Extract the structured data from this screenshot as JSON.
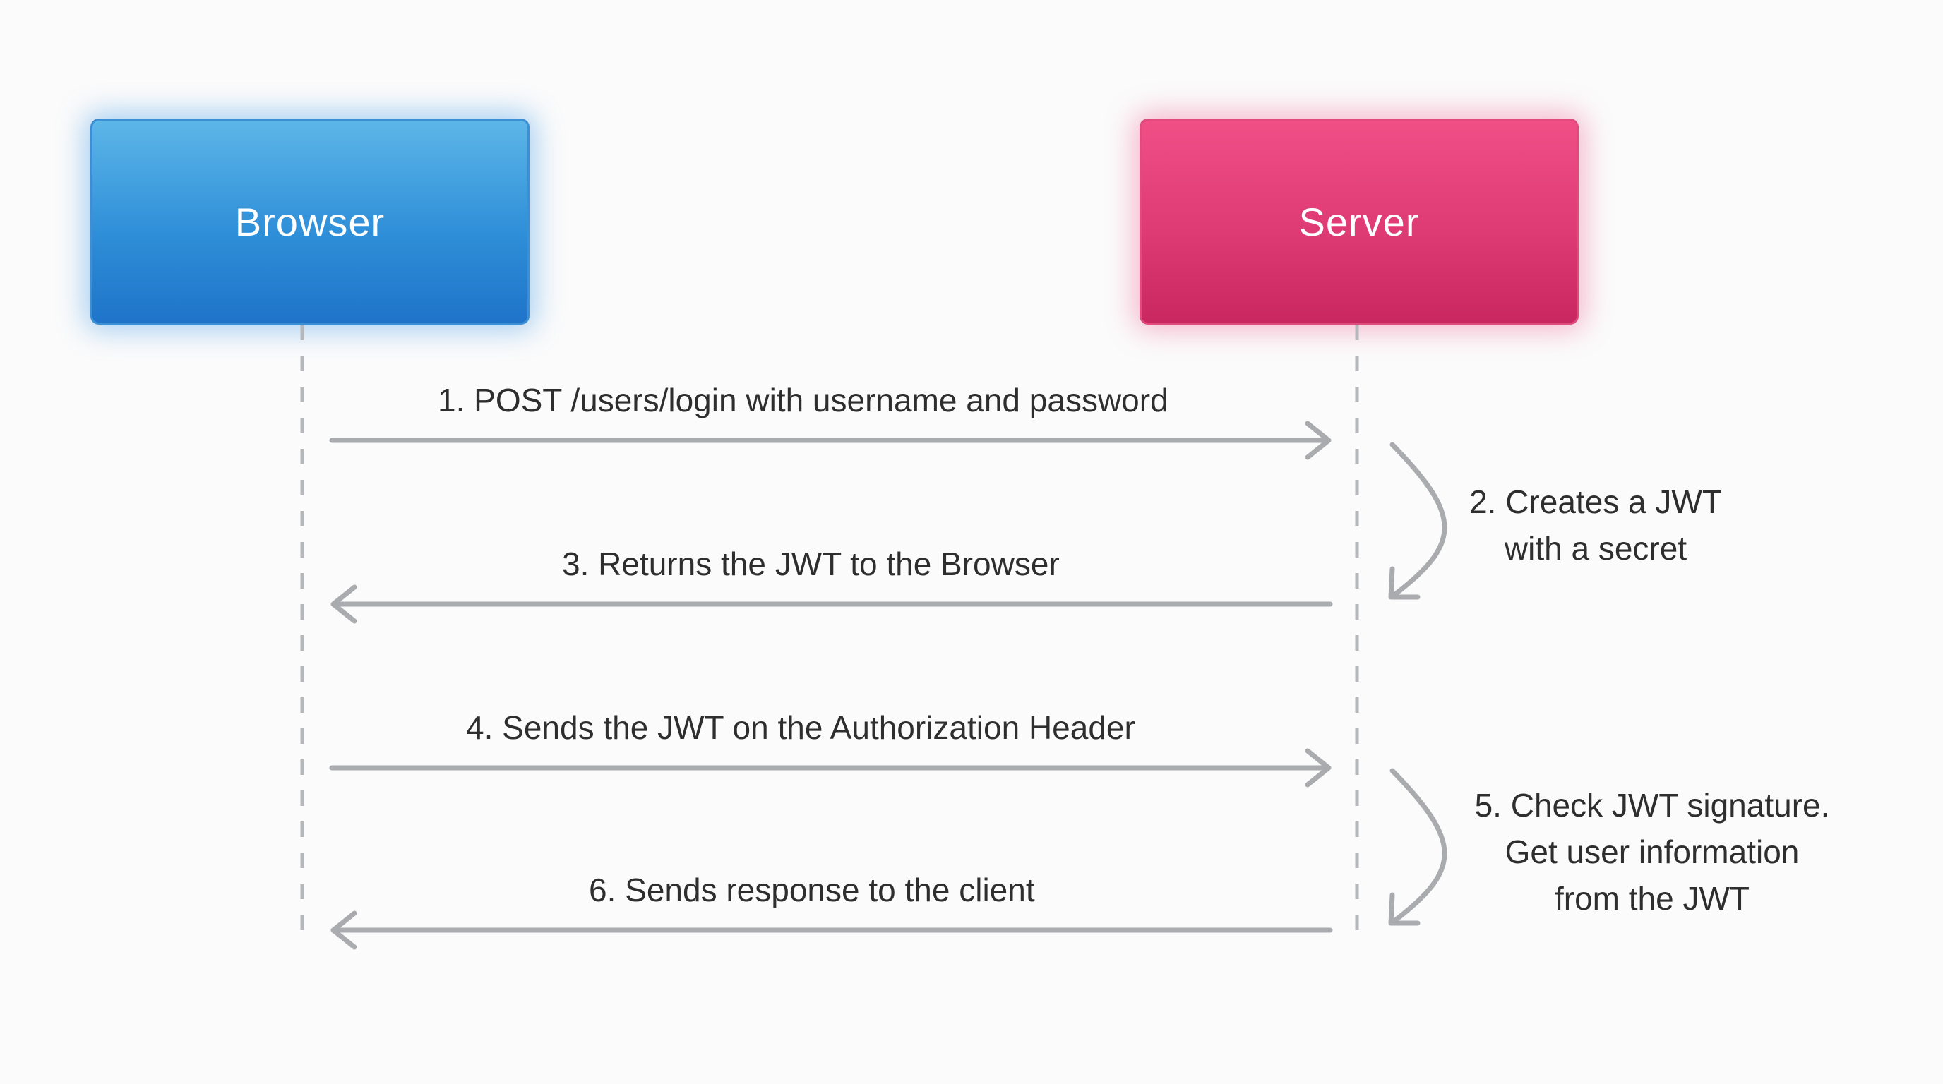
{
  "actors": {
    "browser": {
      "label": "Browser",
      "color": "#2f8fd8"
    },
    "server": {
      "label": "Server",
      "color": "#de3a74"
    }
  },
  "messages": [
    {
      "label": "1. POST /users/login with username and password",
      "direction": "browser-to-server"
    },
    {
      "label": "3. Returns the JWT to the Browser",
      "direction": "server-to-browser"
    },
    {
      "label": "4. Sends the JWT on the Authorization Header",
      "direction": "browser-to-server"
    },
    {
      "label": "6. Sends response to the client",
      "direction": "server-to-browser"
    }
  ],
  "server_notes": [
    {
      "lines": [
        "2. Creates a JWT",
        "with a secret"
      ]
    },
    {
      "lines": [
        "5. Check JWT signature.",
        "Get user information",
        "from the JWT"
      ]
    }
  ],
  "colors": {
    "arrow": "#a9abae",
    "lifeline": "#b5b7ba",
    "text": "#2e2e2e"
  }
}
